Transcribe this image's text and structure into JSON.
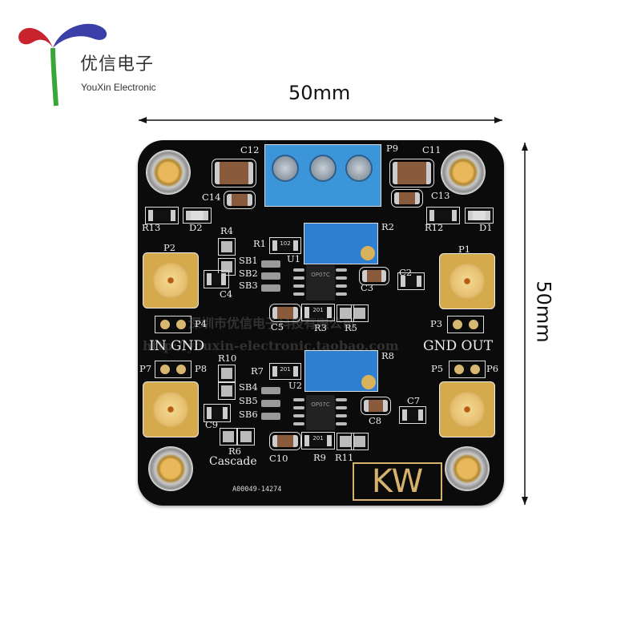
{
  "brand": {
    "name_cn": "优信电子",
    "name_en": "YouXin Electronic",
    "colors": {
      "petal_red": "#c8232f",
      "petal_blue": "#3b3fa8",
      "stem_green": "#3aa63a"
    }
  },
  "dimensions": {
    "width_label": "50mm",
    "height_label": "50mm"
  },
  "board": {
    "color": "#0b0b0b",
    "watermark_cn": "深圳市优信电子科技有限公司",
    "watermark_url": "http://youxin-electronic.taobao.com",
    "in_gnd": "IN GND",
    "gnd_out": "GND OUT",
    "cascade": "Cascade",
    "logo_kw": "KW",
    "part_code": "A00049-14274",
    "chip_marking": "OP07C",
    "res_codes": {
      "r1": "102",
      "r3": "201",
      "r7": "201",
      "r9": "201"
    },
    "labels": {
      "C12": "C12",
      "C11": "C11",
      "P9": "P9",
      "C14": "C14",
      "C13": "C13",
      "R13": "R13",
      "D2": "D2",
      "R12": "R12",
      "D1": "D1",
      "R4": "R4",
      "R1": "R1",
      "R2": "R2",
      "P2": "P2",
      "P1": "P1",
      "SB1": "SB1",
      "SB2": "SB2",
      "SB3": "SB3",
      "U1": "U1",
      "C4": "C4",
      "C3": "C3",
      "C2": "C2",
      "C5": "C5",
      "R3": "R3",
      "R5": "R5",
      "P4": "P4",
      "P3": "P3",
      "P7": "P7",
      "P8": "P8",
      "P5": "P5",
      "P6": "P6",
      "R10": "R10",
      "R7": "R7",
      "U2": "U2",
      "R8": "R8",
      "SB4": "SB4",
      "SB5": "SB5",
      "SB6": "SB6",
      "C9": "C9",
      "C8": "C8",
      "C7": "C7",
      "R6": "R6",
      "C10": "C10",
      "R9": "R9",
      "R11": "R11"
    }
  }
}
